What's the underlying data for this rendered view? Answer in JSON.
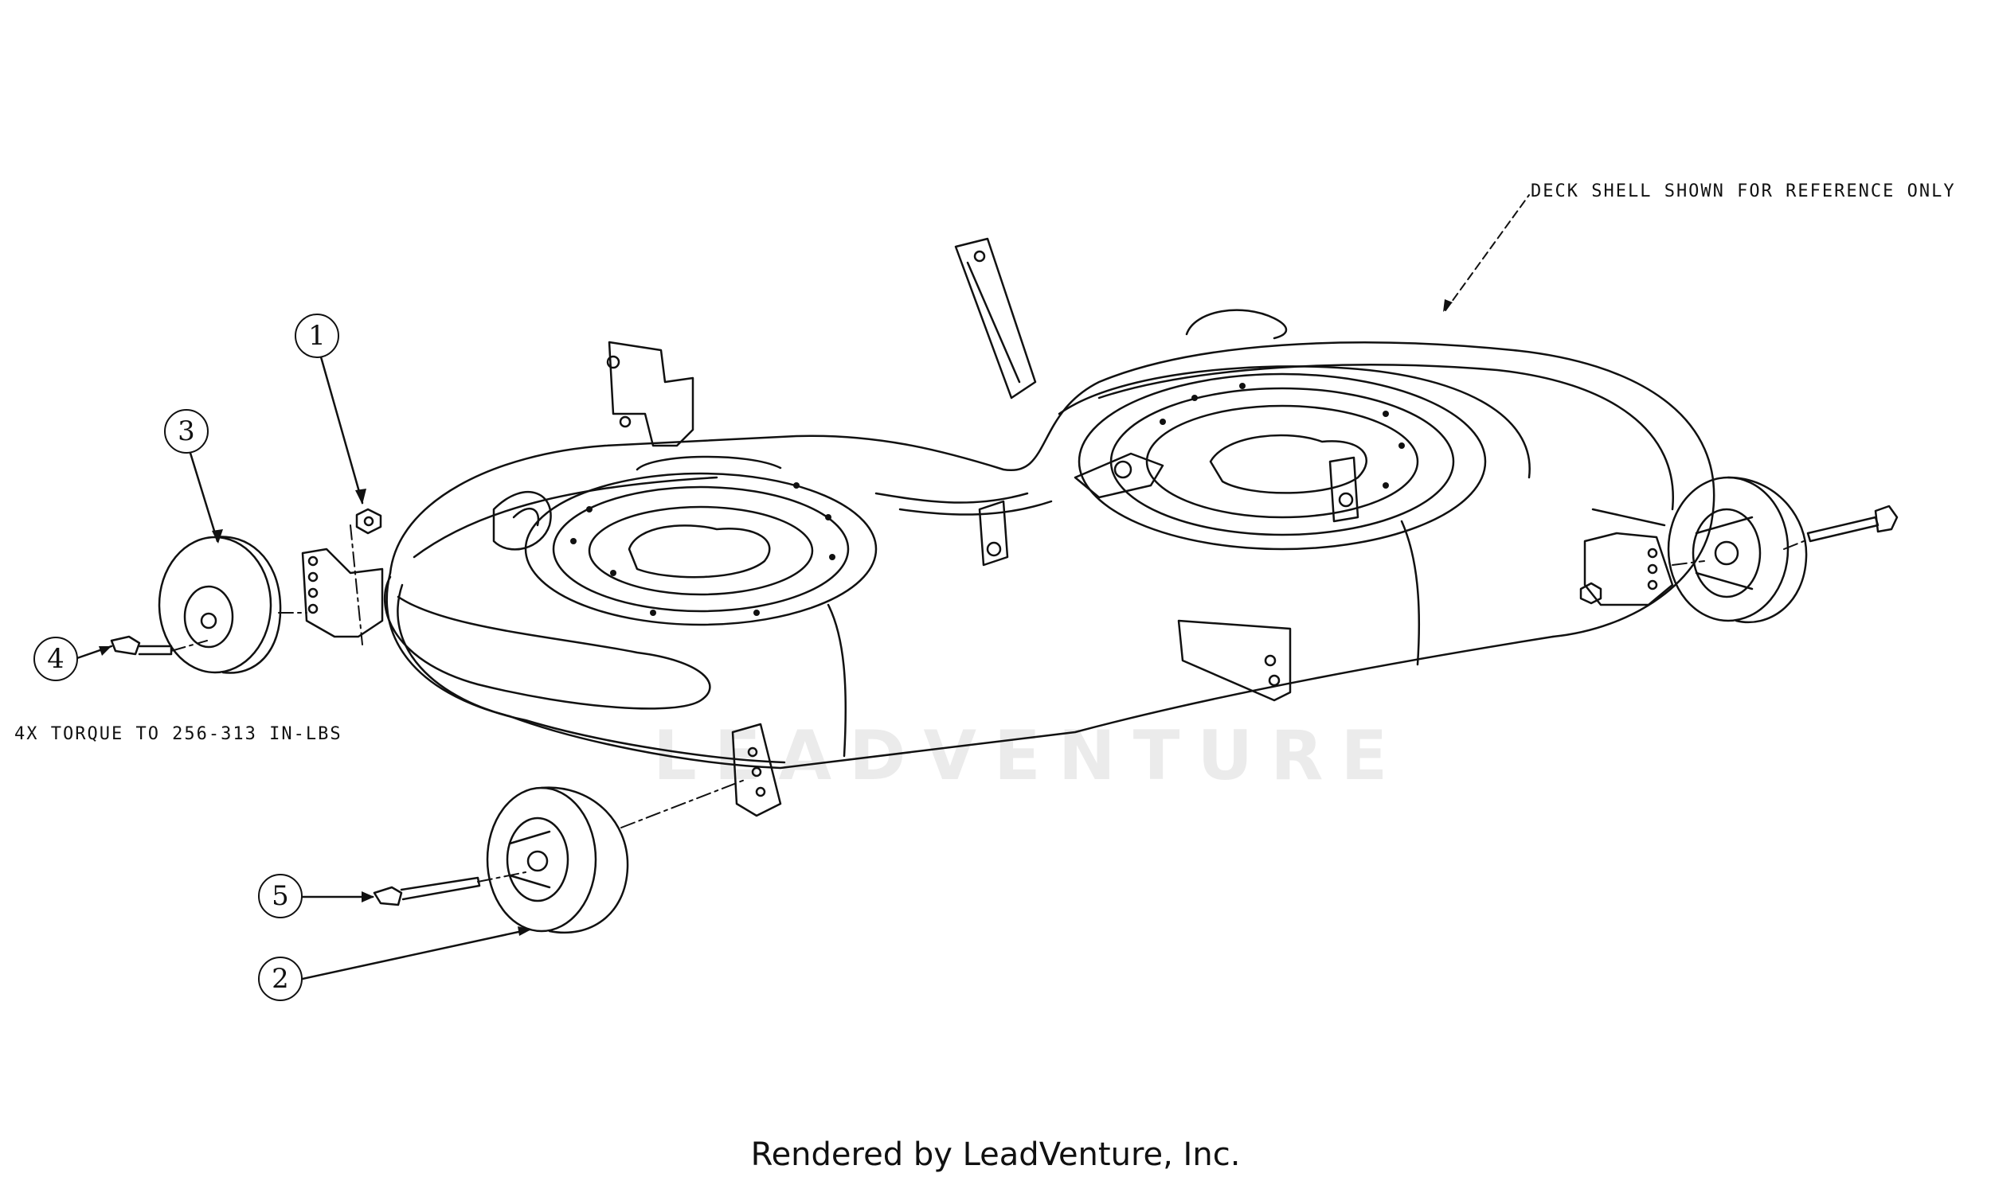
{
  "annotations": {
    "reference_note": "DECK SHELL SHOWN FOR REFERENCE ONLY",
    "torque_note": "4X TORQUE TO 256-313 IN-LBS"
  },
  "callouts": [
    "1",
    "2",
    "3",
    "4",
    "5"
  ],
  "watermark": "LEADVENTURE",
  "footer": "Rendered by LeadVenture, Inc.",
  "colors": {
    "line": "#111111",
    "watermark": "#ebebeb",
    "background": "#ffffff"
  }
}
